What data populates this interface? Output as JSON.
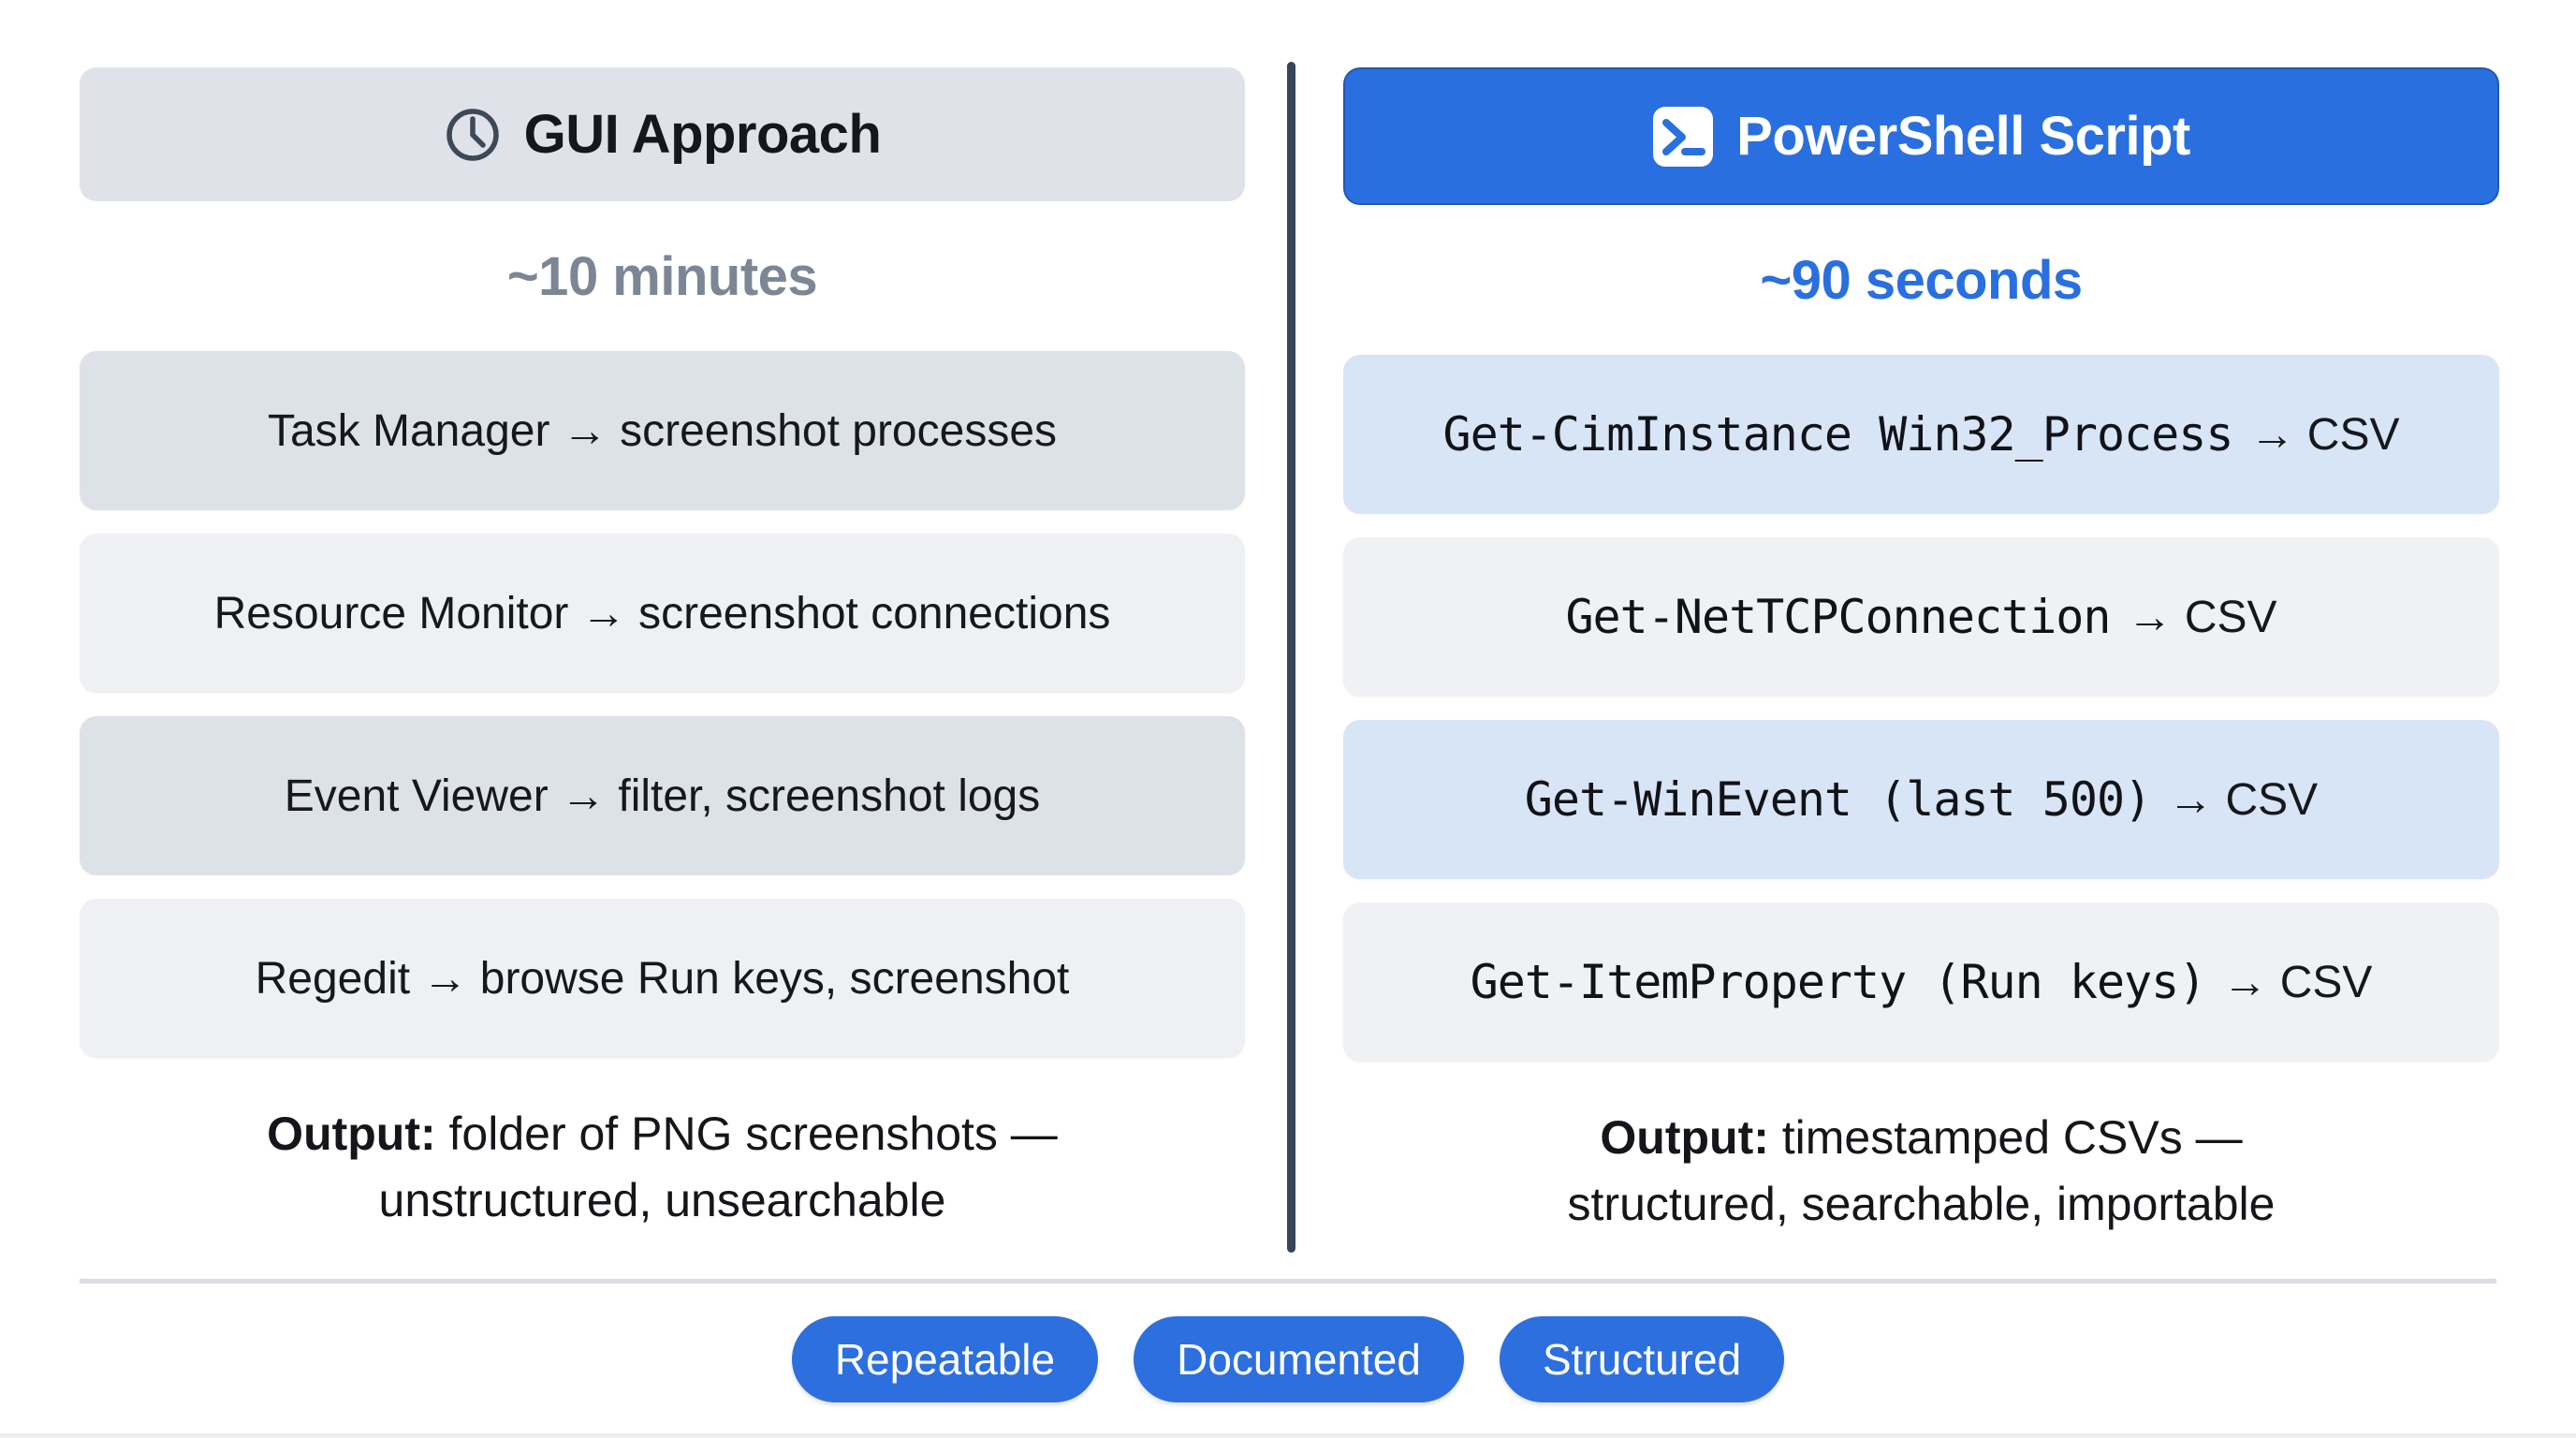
{
  "colors": {
    "accent_blue": "#2a6fdf",
    "pill_blue": "#2d6fdf",
    "divider_navy": "#34455c",
    "header_gray_bg": "#dfe3e9",
    "row_gray_dark": "#dde2e8",
    "row_gray_light": "#eef0f4",
    "row_blue_tint": "#d8e5f7",
    "time_gray_text": "#7d8694",
    "hrule_gray": "#dadde1"
  },
  "icons": {
    "gui_header": "clock-icon",
    "powershell_header": "powershell-terminal-icon"
  },
  "left": {
    "header": "GUI Approach",
    "time": "~10 minutes",
    "steps": [
      "Task Manager → screenshot processes",
      "Resource Monitor → screenshot connections",
      "Event Viewer → filter, screenshot logs",
      "Regedit → browse Run keys, screenshot"
    ],
    "output": {
      "label": "Output:",
      "line1": " folder of PNG screenshots —",
      "line2": "unstructured, unsearchable"
    }
  },
  "right": {
    "header": "PowerShell Script",
    "time": "~90 seconds",
    "commands": [
      {
        "code": "Get-CimInstance Win32_Process",
        "suffix": "→ CSV"
      },
      {
        "code": "Get-NetTCPConnection",
        "suffix": "→ CSV"
      },
      {
        "code": "Get-WinEvent (last 500)",
        "suffix": "→ CSV"
      },
      {
        "code": "Get-ItemProperty (Run keys)",
        "suffix": "→ CSV"
      }
    ],
    "output": {
      "label": "Output:",
      "line1": " timestamped CSVs —",
      "line2": "structured, searchable, importable"
    }
  },
  "pills": [
    {
      "label": "Repeatable"
    },
    {
      "label": "Documented"
    },
    {
      "label": "Structured"
    }
  ]
}
